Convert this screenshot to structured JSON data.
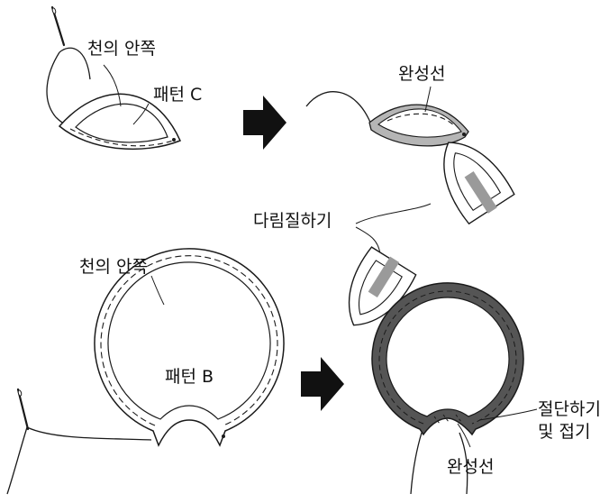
{
  "colors": {
    "line": "#1a1a1a",
    "arrow": "#111111",
    "iron_band": "#9a9a9a",
    "hem_gray": "#b5b5b5",
    "ring_dark": "#555555",
    "background": "#ffffff"
  },
  "icons": [
    "needle-icon",
    "iron-icon",
    "right-arrow-icon"
  ],
  "step1": {
    "fabric_label": "천의 안쪽",
    "pattern_label": "패턴 C"
  },
  "step2": {
    "seam_label": "완성선"
  },
  "iron": {
    "label": "다림질하기"
  },
  "step3": {
    "fabric_label": "천의 안쪽",
    "pattern_label": "패턴 B"
  },
  "step4": {
    "cut_fold_label_line1": "절단하기",
    "cut_fold_label_line2": "및 접기",
    "seam_label": "완성선"
  }
}
